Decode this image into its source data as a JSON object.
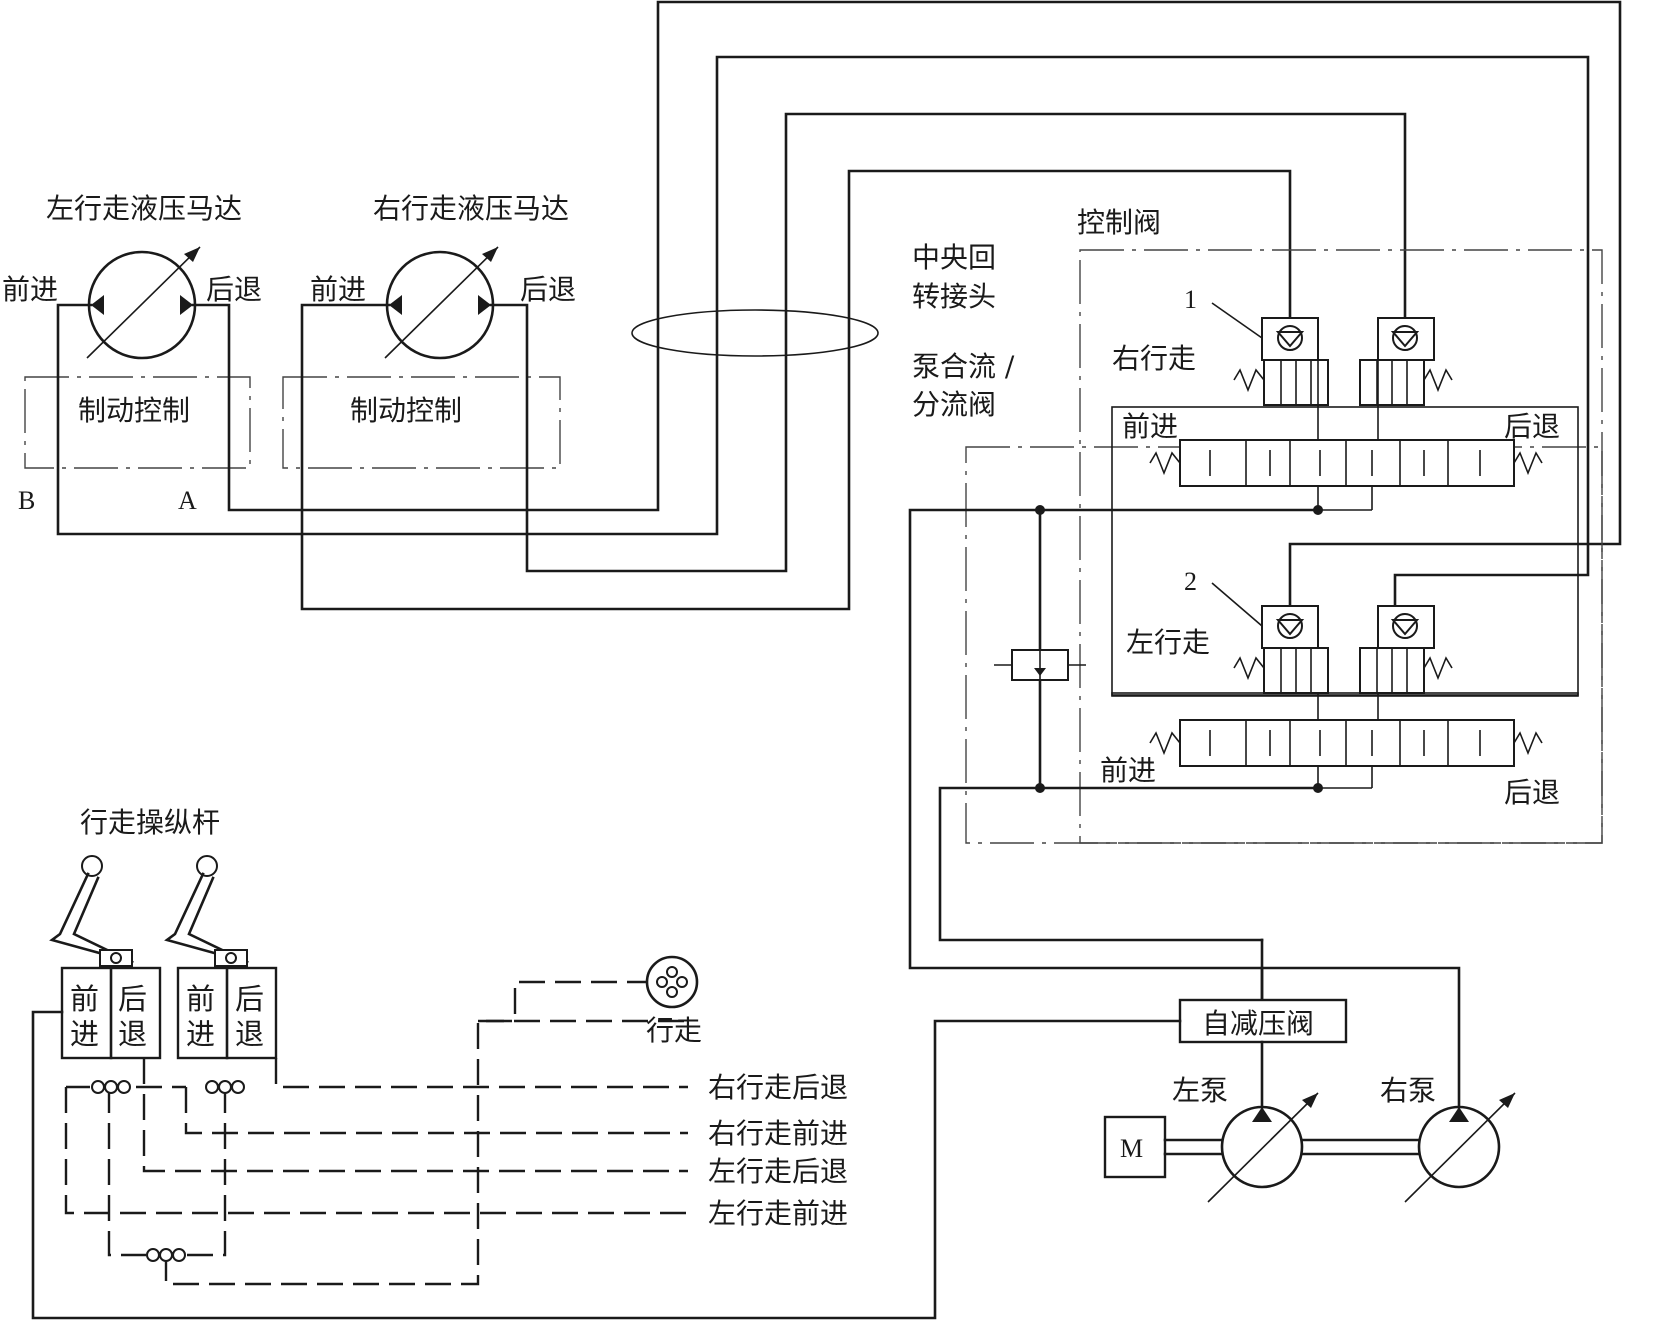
{
  "labels": {
    "left_motor_title": "左行走液压马达",
    "right_motor_title": "右行走液压马达",
    "left_motor_forward": "前进",
    "left_motor_reverse": "后退",
    "right_motor_forward": "前进",
    "right_motor_reverse": "后退",
    "brake_left": "制动控制",
    "brake_right": "制动控制",
    "port_b": "B",
    "port_a": "A",
    "center_joint_line1": "中央回",
    "center_joint_line2": "转接头",
    "merge_valve_line1": "泵合流 /",
    "merge_valve_line2": "分流阀",
    "control_valve": "控制阀",
    "num_1": "1",
    "num_2": "2",
    "right_travel": "右行走",
    "left_travel": "左行走",
    "upper_forward": "前进",
    "upper_reverse": "后退",
    "lower_forward": "前进",
    "lower_reverse": "后退",
    "lever_title": "行走操纵杆",
    "lever1_fwd_a": "前",
    "lever1_fwd_b": "进",
    "lever1_rev_a": "后",
    "lever1_rev_b": "退",
    "lever2_fwd_a": "前",
    "lever2_fwd_b": "进",
    "lever2_rev_a": "后",
    "lever2_rev_b": "退",
    "travel_sensor": "行走",
    "sig_right_reverse": "右行走后退",
    "sig_right_forward": "右行走前进",
    "sig_left_reverse": "左行走后退",
    "sig_left_forward": "左行走前进",
    "pressure_valve": "自减压阀",
    "left_pump": "左泵",
    "right_pump": "右泵",
    "motor_m": "M"
  }
}
